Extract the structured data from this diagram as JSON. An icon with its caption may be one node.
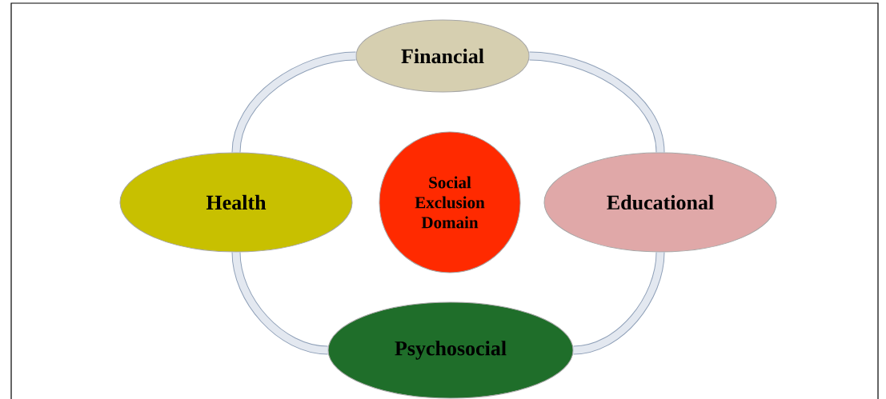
{
  "diagram": {
    "nodes": [
      {
        "text": [
          "Financial"
        ]
      },
      {
        "text": [
          "Health"
        ]
      },
      {
        "text": [
          "Social Exclusion Domain"
        ]
      },
      {
        "text": [
          "Educational"
        ]
      },
      {
        "text": [
          "Psychosocial"
        ]
      }
    ],
    "edges": [
      {
        "from": 0,
        "to": 3,
        "arrow": "none"
      },
      {
        "from": 3,
        "to": 4,
        "arrow": "none"
      },
      {
        "from": 4,
        "to": 1,
        "arrow": "none"
      },
      {
        "from": 1,
        "to": 0,
        "arrow": "none"
      }
    ]
  }
}
